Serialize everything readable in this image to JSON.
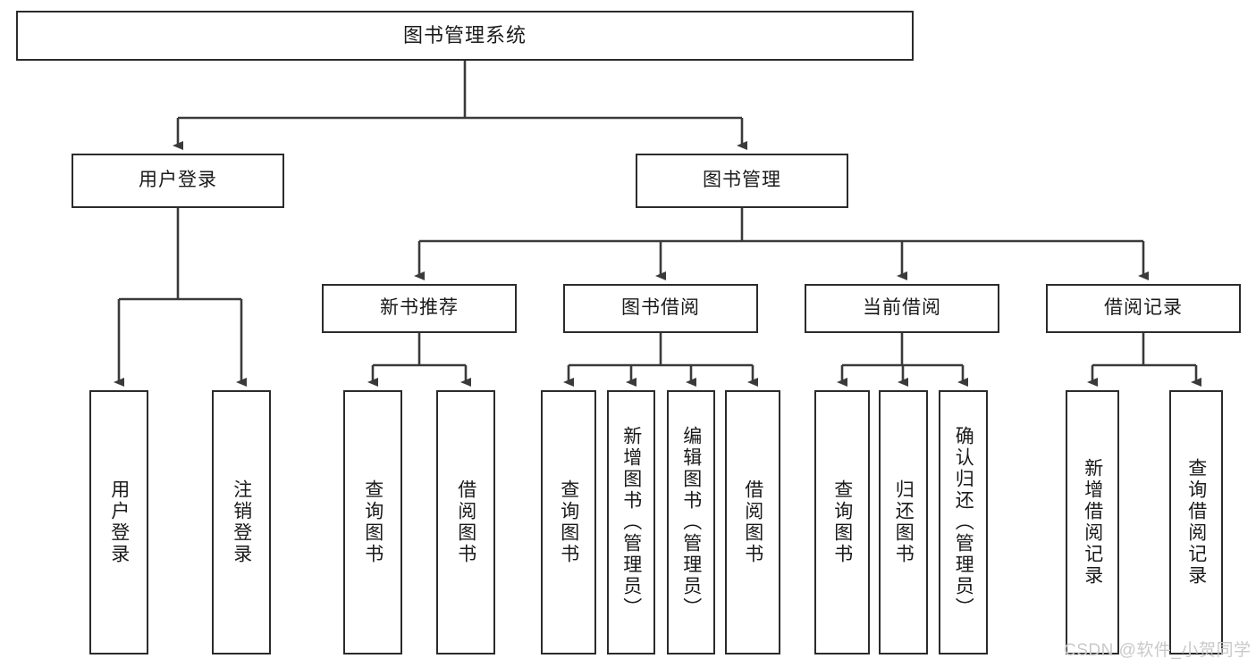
{
  "diagram": {
    "title": "图书管理系统",
    "type": "hierarchy-tree",
    "colors": {
      "box_border": "#2b2b2b",
      "box_fill": "#ffffff",
      "edge": "#3a3a3a",
      "text": "#1a1a1a",
      "watermark": "#c9c9c9"
    },
    "nodes": {
      "root": {
        "label": "图书管理系统"
      },
      "level1": [
        {
          "id": "user-login",
          "label": "用户登录"
        },
        {
          "id": "book-manage",
          "label": "图书管理"
        }
      ],
      "level2": [
        {
          "id": "new-book-rec",
          "label": "新书推荐"
        },
        {
          "id": "book-borrow",
          "label": "图书借阅"
        },
        {
          "id": "current-borrow",
          "label": "当前借阅"
        },
        {
          "id": "borrow-record",
          "label": "借阅记录"
        }
      ],
      "leaves": {
        "user-login": [
          {
            "id": "leaf-user-login",
            "label": "用户登录"
          },
          {
            "id": "leaf-logout",
            "label": "注销登录"
          }
        ],
        "new-book-rec": [
          {
            "id": "leaf-query-book-1",
            "label": "查询图书"
          },
          {
            "id": "leaf-borrow-book-1",
            "label": "借阅图书"
          }
        ],
        "book-borrow": [
          {
            "id": "leaf-query-book-2",
            "label": "查询图书"
          },
          {
            "id": "leaf-add-book",
            "label": "新增图书（管理员）"
          },
          {
            "id": "leaf-edit-book",
            "label": "编辑图书（管理员）"
          },
          {
            "id": "leaf-borrow-book-2",
            "label": "借阅图书"
          }
        ],
        "current-borrow": [
          {
            "id": "leaf-query-book-3",
            "label": "查询图书"
          },
          {
            "id": "leaf-return-book",
            "label": "归还图书"
          },
          {
            "id": "leaf-confirm-return",
            "label": "确认归还（管理员）"
          }
        ],
        "borrow-record": [
          {
            "id": "leaf-add-record",
            "label": "新增借阅记录"
          },
          {
            "id": "leaf-query-record",
            "label": "查询借阅记录"
          }
        ]
      }
    },
    "watermark": "CSDN @软件_小贺同学"
  }
}
